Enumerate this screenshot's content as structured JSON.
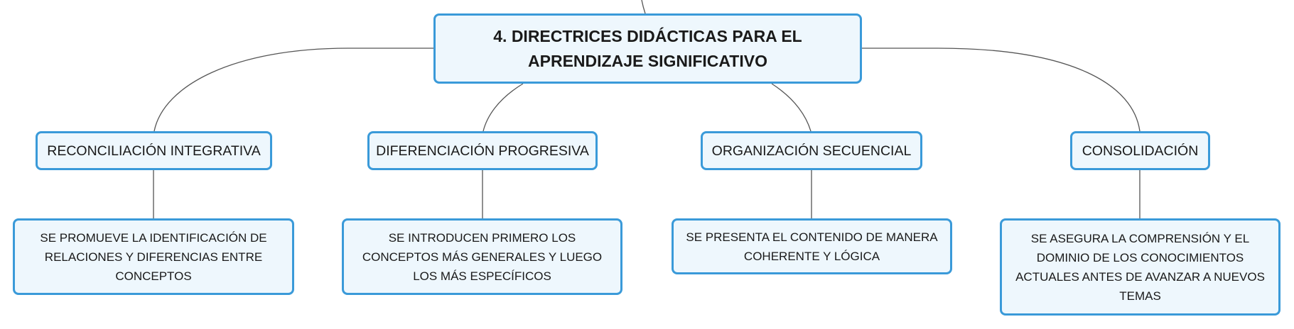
{
  "diagram": {
    "root": {
      "label": "4. DIRECTRICES DIDÁCTICAS PARA EL APRENDIZAJE SIGNIFICATIVO"
    },
    "branches": [
      {
        "label": "RECONCILIACIÓN INTEGRATIVA",
        "detail": "SE PROMUEVE LA IDENTIFICACIÓN DE RELACIONES Y DIFERENCIAS ENTRE CONCEPTOS"
      },
      {
        "label": "DIFERENCIACIÓN PROGRESIVA",
        "detail": "SE INTRODUCEN PRIMERO LOS CONCEPTOS MÁS GENERALES Y LUEGO LOS MÁS ESPECÍFICOS"
      },
      {
        "label": "ORGANIZACIÓN SECUENCIAL",
        "detail": "SE PRESENTA EL CONTENIDO DE MANERA COHERENTE Y LÓGICA"
      },
      {
        "label": "CONSOLIDACIÓN",
        "detail": "SE ASEGURA LA COMPRENSIÓN Y EL DOMINIO DE LOS CONOCIMIENTOS ACTUALES ANTES DE AVANZAR A NUEVOS TEMAS"
      }
    ],
    "colors": {
      "node_border": "#3a9ad9",
      "node_fill": "#eef7fd",
      "connector": "#555555",
      "text": "#1a1a1a"
    }
  }
}
